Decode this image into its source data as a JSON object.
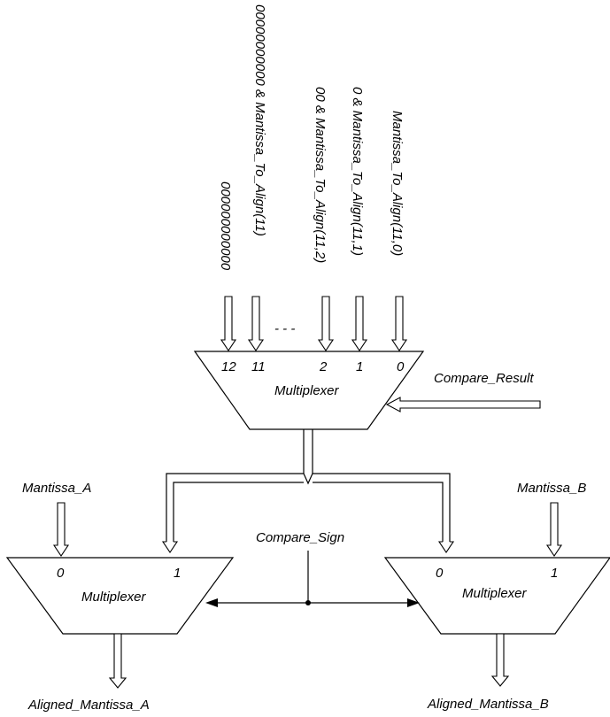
{
  "top_mux": {
    "label": "Multiplexer",
    "pins": [
      "12",
      "11",
      "2",
      "1",
      "0"
    ],
    "inputs": [
      "000000000000",
      "00000000000 & Mantissa_To_Align(11)",
      "00 & Mantissa_To_Align(11,2)",
      "0 & Mantissa_To_Align(11,1)",
      "Mantissa_To_Align(11,0)"
    ],
    "ellipsis": "- - -",
    "select_label": "Compare_Result"
  },
  "left_mux": {
    "label": "Multiplexer",
    "pin0": "0",
    "pin1": "1",
    "input_label": "Mantissa_A",
    "output_label": "Aligned_Mantissa_A"
  },
  "right_mux": {
    "label": "Multiplexer",
    "pin0": "0",
    "pin1": "1",
    "input_label": "Mantissa_B",
    "output_label": "Aligned_Mantissa_B"
  },
  "select_signal": "Compare_Sign"
}
